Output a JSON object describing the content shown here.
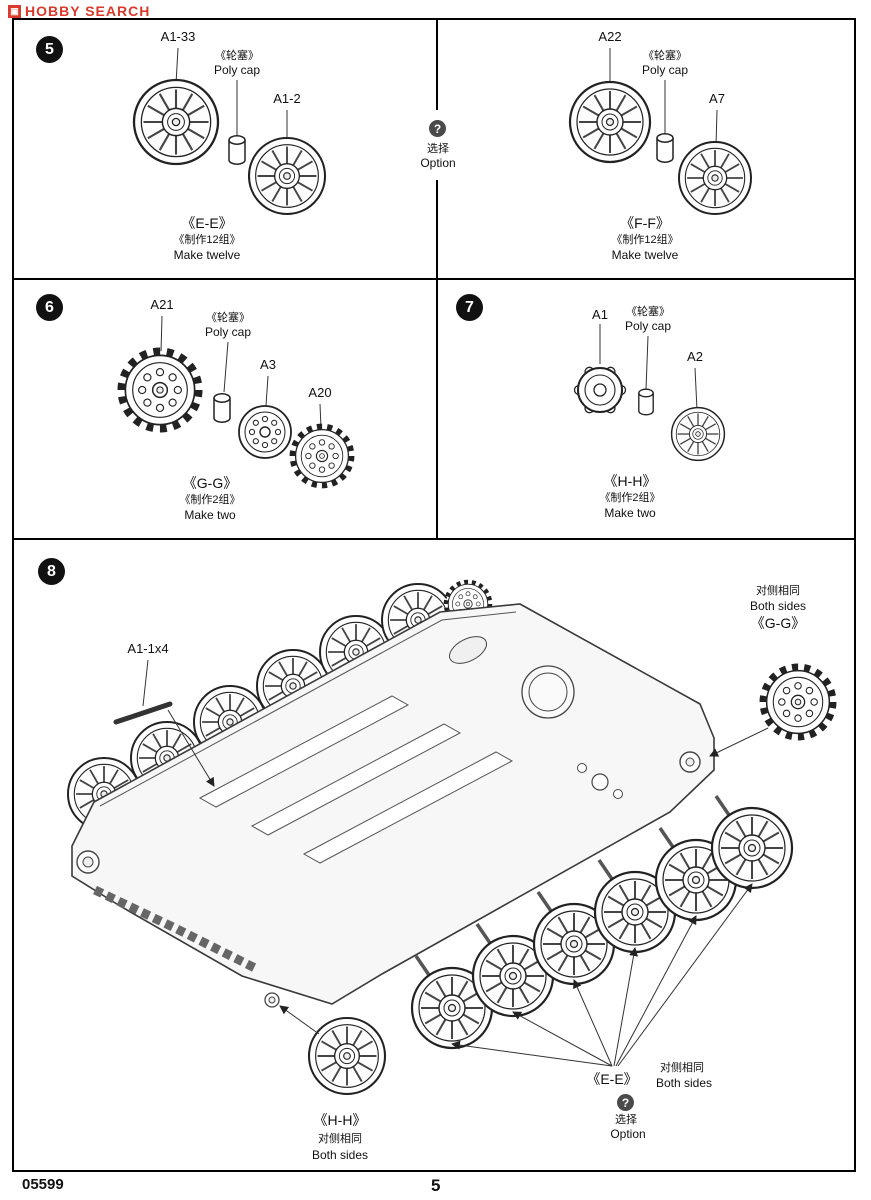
{
  "page": {
    "logo": "HOBBY SEARCH",
    "kit_number": "05599",
    "page_number": "5"
  },
  "colors": {
    "logo_red": "#d93a2b",
    "ink": "#111111"
  },
  "shared": {
    "polycap_cn": "《轮塞》",
    "polycap_en": "Poly cap",
    "option_mark": "?",
    "option_cn": "选择",
    "option_en": "Option",
    "both_sides_cn": "对侧相同",
    "both_sides_en": "Both sides"
  },
  "step5": {
    "number": "5",
    "part_a": "A1-33",
    "part_b": "A1-2",
    "assembly": "《E-E》",
    "make_cn": "《制作12组》",
    "make_en": "Make twelve"
  },
  "step5_right": {
    "part_a": "A22",
    "part_b": "A7",
    "assembly": "《F-F》",
    "make_cn": "《制作12组》",
    "make_en": "Make twelve"
  },
  "step6": {
    "number": "6",
    "part_a": "A21",
    "part_b": "A3",
    "part_c": "A20",
    "assembly": "《G-G》",
    "make_cn": "《制作2组》",
    "make_en": "Make two"
  },
  "step7": {
    "number": "7",
    "part_a": "A1",
    "part_b": "A2",
    "assembly": "《H-H》",
    "make_cn": "《制作2组》",
    "make_en": "Make two"
  },
  "step8": {
    "number": "8",
    "part_label": "A1-1x4",
    "gg_ref": "《G-G》",
    "hh_ref": "《H-H》",
    "ee_ref": "《E-E》"
  }
}
